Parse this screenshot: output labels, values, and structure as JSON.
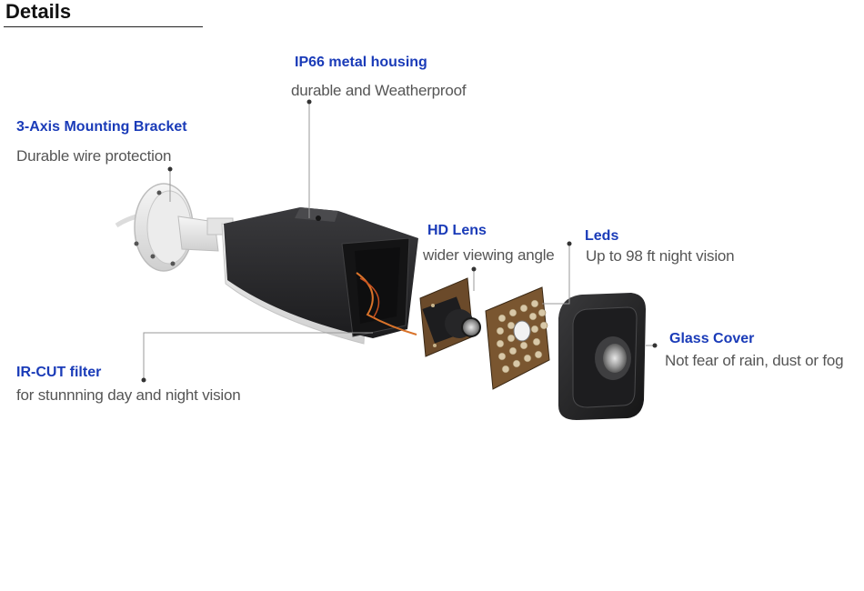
{
  "header": {
    "title": "Details"
  },
  "callouts": {
    "housing": {
      "title": "IP66 metal housing",
      "desc": "durable and Weatherproof"
    },
    "bracket": {
      "title": "3-Axis Mounting Bracket",
      "desc": "Durable wire protection"
    },
    "lens": {
      "title": "HD Lens",
      "desc": "wider viewing angle"
    },
    "leds": {
      "title": "Leds",
      "desc": "Up to 98 ft night vision"
    },
    "glass": {
      "title": "Glass Cover",
      "desc": "Not fear of rain, dust or fog"
    },
    "ircut": {
      "title": "IR-CUT filter",
      "desc": "for stunnning day and night vision"
    }
  },
  "colors": {
    "accent": "#1a3bb8",
    "desc_text": "#555555",
    "housing": "#2b2b2d",
    "pcb": "#6b4a2a"
  }
}
